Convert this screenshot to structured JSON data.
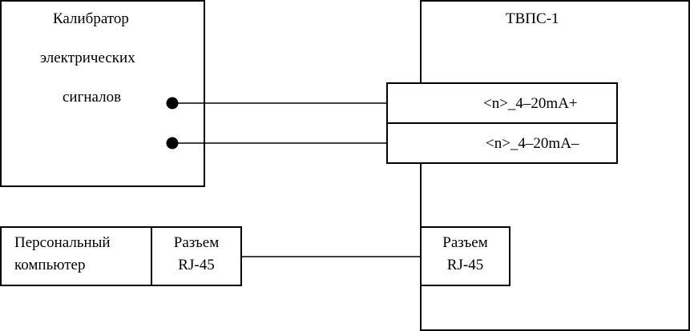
{
  "calibrator": {
    "line1": "Калибратор",
    "line2": "электрических",
    "line3": "сигналов"
  },
  "device": {
    "title": "ТВПС-1",
    "terminal_plus": "<n>_4–20mA+",
    "terminal_minus": "<n>_4–20mA–",
    "connector_line1": "Разъем",
    "connector_line2": "RJ-45"
  },
  "pc": {
    "line1": "Персональный",
    "line2": "компьютер",
    "connector_line1": "Разъем",
    "connector_line2": "RJ-45"
  }
}
